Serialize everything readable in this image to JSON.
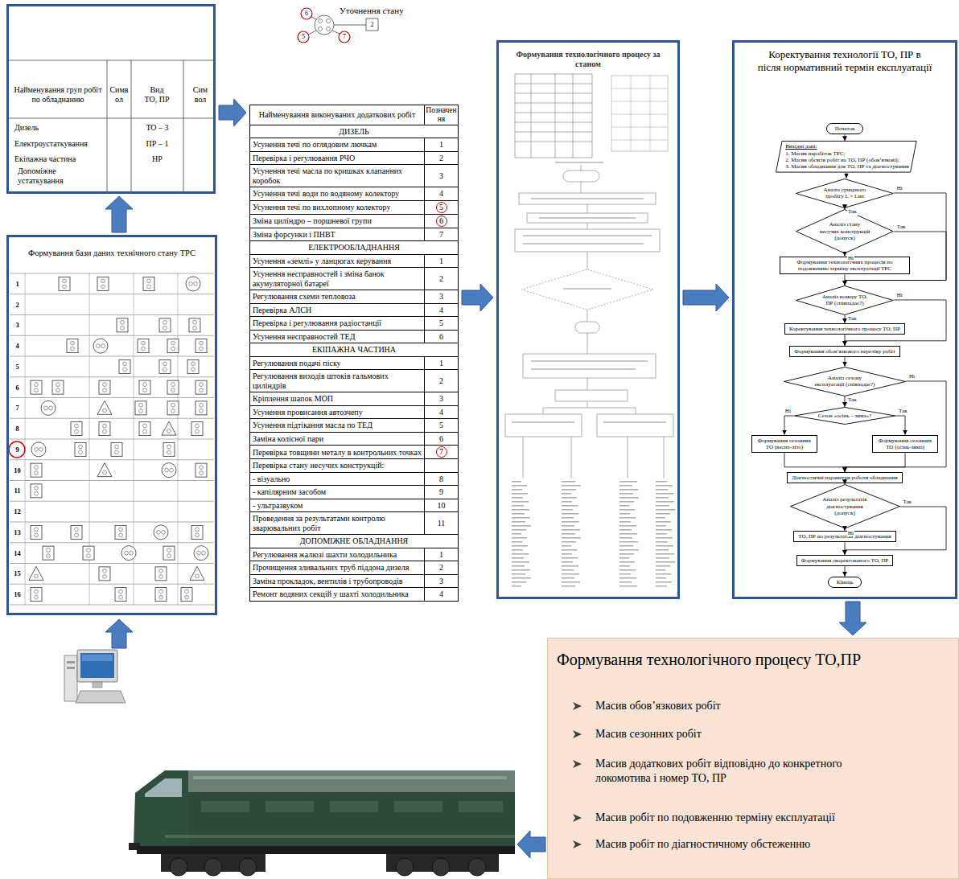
{
  "diagram": {
    "nodes": [
      {
        "text": [
          "Найменування груп робіт по обладнанню",
          "Симв ол",
          "Вид ТО, ПР",
          "Сим вол",
          "Дизель",
          "Електроустаткування",
          "Екіпажна частина",
          "Допоміжне устаткування",
          "ТО – 3",
          "ПР – 1",
          "НР"
        ]
      },
      {
        "text": [
          "Формування бази даних технічного стану ТРС",
          "1",
          "2",
          "3",
          "4",
          "5",
          "6",
          "7",
          "8",
          "9",
          "10",
          "11",
          "12",
          "13",
          "14",
          "15",
          "16"
        ]
      },
      {
        "text": [
          "Уточнення стану",
          "6",
          "5",
          "7",
          "2",
          "Найменування виконуваних додаткових робіт",
          "Позначен ня",
          "ДИЗЕЛЬ",
          "Усунення течі по оглядовим лючкам",
          "1",
          "Перевірка і регулювання РЧО",
          "2",
          "Усунення течі масла по кришках клапанних коробок",
          "3",
          "Усунення течі води по водяному колектору",
          "4",
          "Усунення течі по вихлопному колектору",
          "5",
          "Зміна циліндро – поршневої групи",
          "6",
          "Зміна форсунки і ПНВТ",
          "7",
          "ЕЛЕКТРООБЛАДНАННЯ",
          "Усунення «землі» у ланцюгах керування",
          "1",
          "Усунення несправностей і зміна банок акумуляторної батареї",
          "2",
          "Регулювання схеми тепловоза",
          "3",
          "Перевірка АЛСН",
          "4",
          "Перевірка і регулювання радіостанції",
          "5",
          "Усунення несправностей ТЕД",
          "6",
          "ЕКІПАЖНА ЧАСТИНА",
          "Регулювання подачі піску",
          "1",
          "Регулювання виходів штоків гальмових циліндрів",
          "2",
          "Кріплення шапок МОП",
          "3",
          "Усунення провисання автозчепу",
          "4",
          "Усунення підтікання масла по ТЕД",
          "5",
          "Заміна колісної пари",
          "6",
          "Перевірка товщини металу в контрольних точках",
          "7",
          "Перевірка стану несучих конструкцій:",
          "- візуально",
          "8",
          "- капілярним засобом",
          "9",
          "- ультразвуком",
          "10",
          "Проведення за результатами контролю зварювальних робіт",
          "11",
          "ДОПОМІЖНЕ ОБЛАДНАННЯ",
          "Регулювання жалюзі шахти холодильника",
          "1",
          "Прочищення зливальних труб піддона дизеля",
          "2",
          "Заміна прокладок, вентилів і трубопроводів",
          "3",
          "Ремонт водяних секцій у шахті холодильника",
          "4"
        ]
      },
      {
        "text": [
          "Формування технологічного процесу за станом"
        ]
      },
      {
        "text": [
          "Коректування технології ТО, ПР в після нормативний термін експлуатації"
        ]
      },
      {
        "text": [
          "Початок"
        ],
        "in": 4
      },
      {
        "text": [
          "Вихідні дані:",
          "1. Масив наробіток ТРС;",
          "2. Масив обсягів робіт на ТО, ПР (обов’язкові);",
          "3. Масив обладнання для ТО, ПР та діагностування"
        ],
        "in": 4
      },
      {
        "text": [
          "Аналіз сумарного пробігу L > Lнп"
        ],
        "in": 4
      },
      {
        "text": [
          "Аналіз стану несучих конструкцій (допуск)"
        ],
        "in": 4
      },
      {
        "text": [
          "Формування технологічних процесів по подовженню терміну експлуатації ТРС"
        ],
        "in": 4
      },
      {
        "text": [
          "Аналіз номеру ТО, ПР (співпадає?)"
        ],
        "in": 4
      },
      {
        "text": [
          "Коректування технологічного процесу ТО, ПР"
        ],
        "in": 4
      },
      {
        "text": [
          "Формування обов’язкового переліку робіт"
        ],
        "in": 4
      },
      {
        "text": [
          "Аналіз сезону експлуатації (співпадає?)"
        ],
        "in": 4
      },
      {
        "text": [
          "Сезон «осінь – зима»?"
        ],
        "in": 4
      },
      {
        "text": [
          "Формування сезонних ТО (весна-літо)"
        ],
        "in": 4
      },
      {
        "text": [
          "Формування сезонних ТО (осінь-зима)"
        ],
        "in": 4
      },
      {
        "text": [
          "Діагностичні параметри роботи обладнання"
        ],
        "in": 4
      },
      {
        "text": [
          "Аналіз результатів діагностування (допуск)"
        ],
        "in": 4
      },
      {
        "text": [
          "ТО, ПР по результатам діагностування"
        ],
        "in": 4
      },
      {
        "text": [
          "Формування скоректованого ТО, ПР"
        ],
        "in": 4
      },
      {
        "text": [
          "Кінець"
        ],
        "in": 4
      },
      {
        "text": [
          "Формування технологічного процесу ТО,ПР",
          "Масив обов’язкових робіт",
          "Масив сезонних робіт",
          "Масив додаткових робіт відповідно до конкретного локомотива і номер ТО, ПР",
          "Масив робіт по подовженню терміну експлуатації",
          "Масив робіт по діагностичному обстеженню"
        ]
      }
    ],
    "edges": [
      {
        "from": 1,
        "to": 0,
        "arrow": "to"
      },
      {
        "from": 0,
        "to": 2,
        "arrow": "to"
      },
      {
        "from": 2,
        "to": 3,
        "arrow": "to"
      },
      {
        "from": 3,
        "to": 4,
        "arrow": "to"
      },
      {
        "from": 4,
        "to": 22,
        "arrow": "to"
      },
      {
        "from": 5,
        "to": 6,
        "arrow": "to"
      },
      {
        "from": 6,
        "to": 7,
        "arrow": "to"
      },
      {
        "from": 7,
        "to": 8,
        "arrow": "to",
        "label": "Так"
      },
      {
        "from": 7,
        "to": 10,
        "arrow": "to",
        "label": "Ні"
      },
      {
        "from": 8,
        "to": 10,
        "arrow": "to",
        "label": "Так"
      },
      {
        "from": 8,
        "to": 9,
        "arrow": "to",
        "label": "Ні"
      },
      {
        "from": 9,
        "to": 10,
        "arrow": "to"
      },
      {
        "from": 10,
        "to": 11,
        "arrow": "to",
        "label": "Так"
      },
      {
        "from": 10,
        "to": 12,
        "arrow": "to",
        "label": "Ні"
      },
      {
        "from": 11,
        "to": 12,
        "arrow": "to"
      },
      {
        "from": 12,
        "to": 13,
        "arrow": "to"
      },
      {
        "from": 13,
        "to": 14,
        "arrow": "to",
        "label": "Так"
      },
      {
        "from": 13,
        "to": 17,
        "arrow": "to",
        "label": "Ні"
      },
      {
        "from": 14,
        "to": 15,
        "arrow": "to",
        "label": "Ні"
      },
      {
        "from": 14,
        "to": 16,
        "arrow": "to",
        "label": "Так"
      },
      {
        "from": 15,
        "to": 17,
        "arrow": "to"
      },
      {
        "from": 16,
        "to": 17,
        "arrow": "to"
      },
      {
        "from": 17,
        "to": 18,
        "arrow": "to"
      },
      {
        "from": 18,
        "to": 19,
        "arrow": "to",
        "label": "Ні"
      },
      {
        "from": 18,
        "to": 20,
        "arrow": "to",
        "label": "Так"
      },
      {
        "from": 19,
        "to": 20,
        "arrow": "to"
      },
      {
        "from": 20,
        "to": 21,
        "arrow": "to"
      }
    ]
  }
}
